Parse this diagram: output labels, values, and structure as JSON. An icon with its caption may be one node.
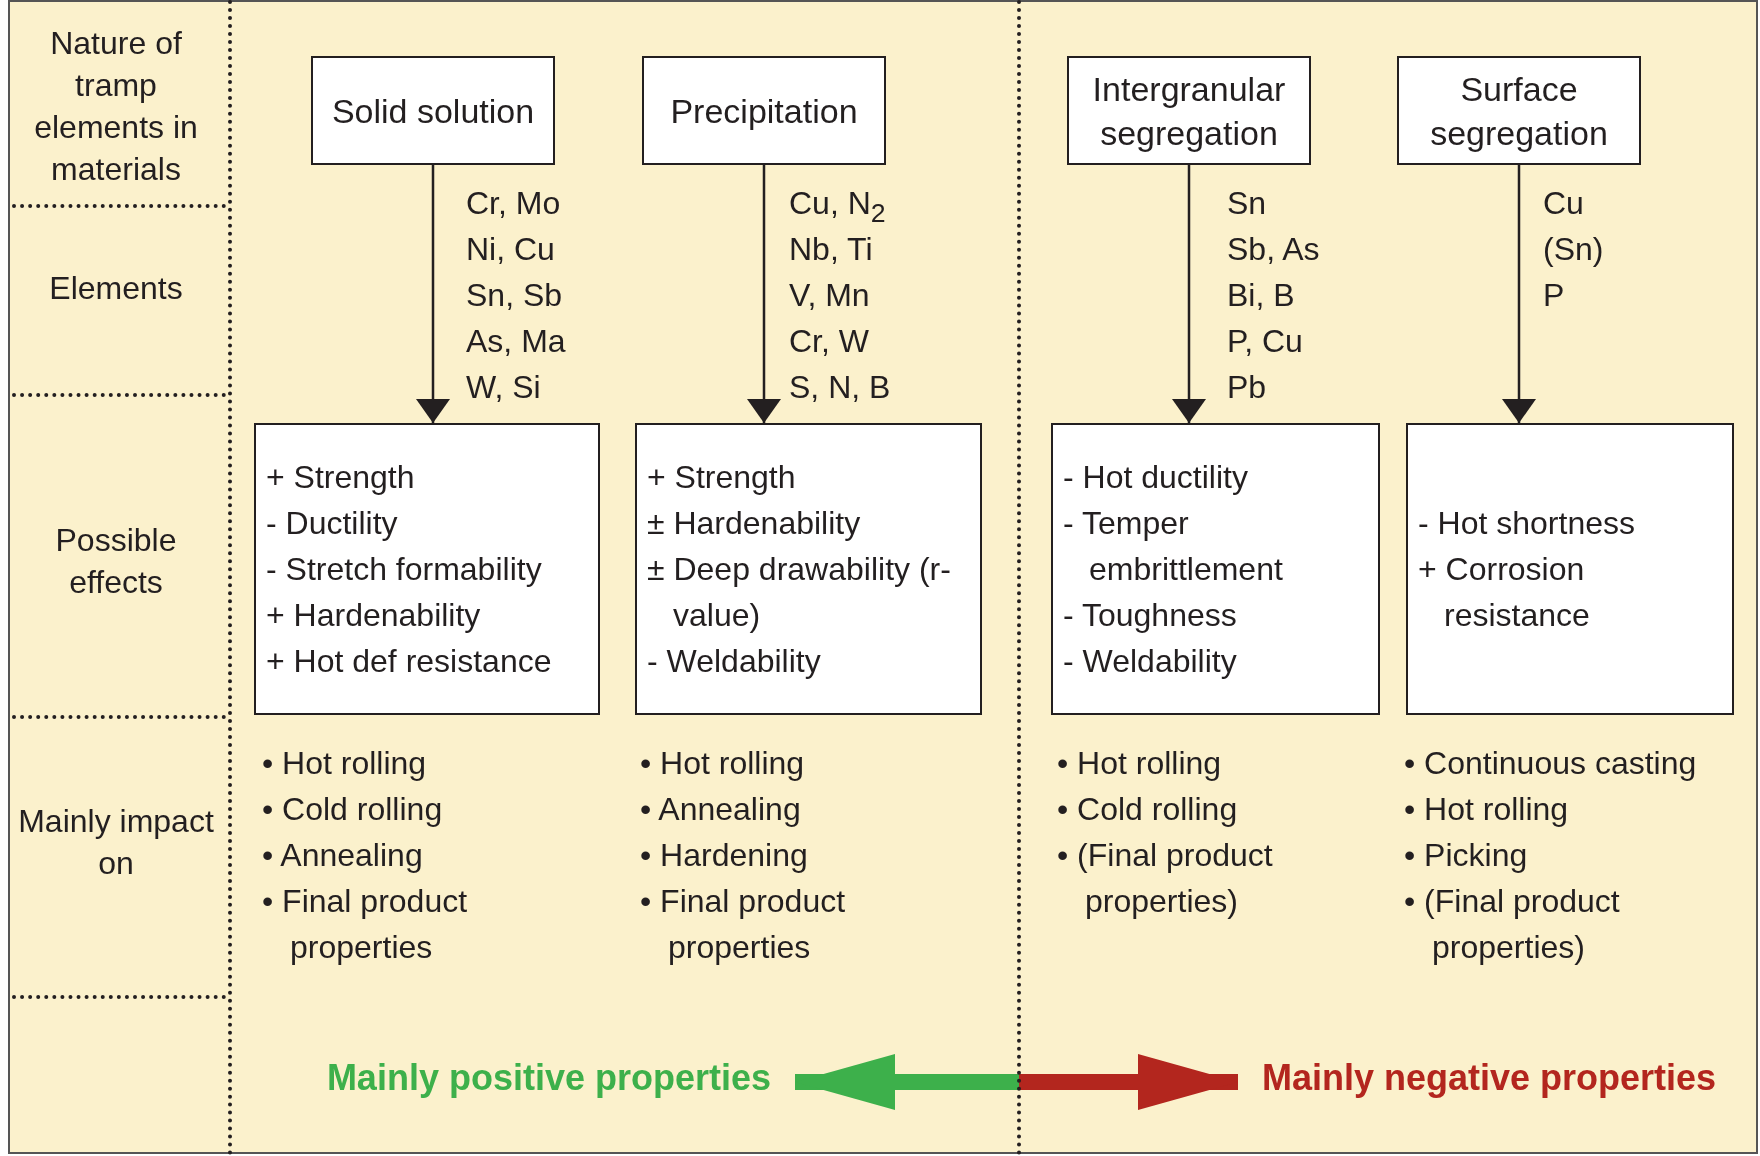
{
  "diagram": {
    "nodes": [
      {
        "text": [
          "Solid solution"
        ]
      },
      {
        "text": [
          "Precipitation"
        ]
      },
      {
        "text": [
          "Intergranular segregation"
        ]
      },
      {
        "text": [
          "Surface segregation"
        ]
      },
      {
        "text": [
          "+ Strength",
          "- Ductility",
          "- Stretch formability",
          "+ Hardenability",
          "+ Hot def resistance"
        ]
      },
      {
        "text": [
          "+ Strength",
          "± Hardenability",
          "± Deep drawability (r-value)",
          "- Weldability"
        ]
      },
      {
        "text": [
          "- Hot ductility",
          "- Temper embrittlement",
          "- Toughness",
          "- Weldability"
        ]
      },
      {
        "text": [
          "- Hot shortness",
          "+ Corrosion resistance"
        ]
      },
      {
        "text": [
          "Mainly positive properties"
        ]
      },
      {
        "text": [
          "Mainly negative properties"
        ]
      }
    ],
    "edges": [
      {
        "from": 0,
        "to": 4,
        "arrow": "to"
      },
      {
        "from": 1,
        "to": 5,
        "arrow": "to"
      },
      {
        "from": 2,
        "to": 6,
        "arrow": "to"
      },
      {
        "from": 3,
        "to": 7,
        "arrow": "to"
      },
      {
        "from": null,
        "to": 8,
        "arrow": "to",
        "style": "thick",
        "color": "#3db04b"
      },
      {
        "from": null,
        "to": 9,
        "arrow": "to",
        "style": "thick",
        "color": "#b3261e"
      }
    ],
    "labels": [
      "Nature of tramp elements in materials",
      "Elements",
      "Cr, Mo",
      "Ni, Cu",
      "Sn, Sb",
      "As, Ma",
      "W, Si",
      "Cu,  N$_{2}$",
      "Nb, Ti",
      "V, Mn",
      "Cr, W",
      "S, N, B",
      "Sn",
      "Sb, As",
      "Bi, B",
      "P, Cu",
      "Pb",
      "Cu",
      "(Sn)",
      "P",
      "Possible effects",
      "Mainly impact on",
      "• Hot rolling",
      "• Cold rolling",
      "• Annealing",
      "• Final product properties",
      "• Hot rolling",
      "• Annealing",
      "• Hardening",
      "• Final product properties",
      "• Hot rolling",
      "• Cold rolling",
      "• (Final product properties)",
      "• Continuous casting",
      "• Hot rolling",
      "• Picking",
      "• (Final product properties)"
    ]
  }
}
